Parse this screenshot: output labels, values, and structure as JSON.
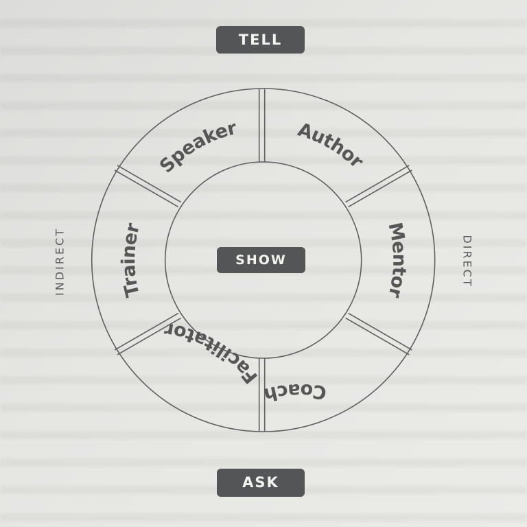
{
  "top_label": "TELL",
  "center_label": "SHOW",
  "bottom_label": "ASK",
  "left_label": "INDIRECT",
  "right_label": "DIRECT",
  "segments": [
    "Author",
    "Mentor",
    "Coach",
    "Facilitator",
    "Trainer",
    "Speaker"
  ],
  "colors": {
    "pill": "#545556",
    "pill_text": "#f3f3f0",
    "line": "#5f5f60",
    "text": "#565657",
    "background": "#e4e4e1"
  }
}
